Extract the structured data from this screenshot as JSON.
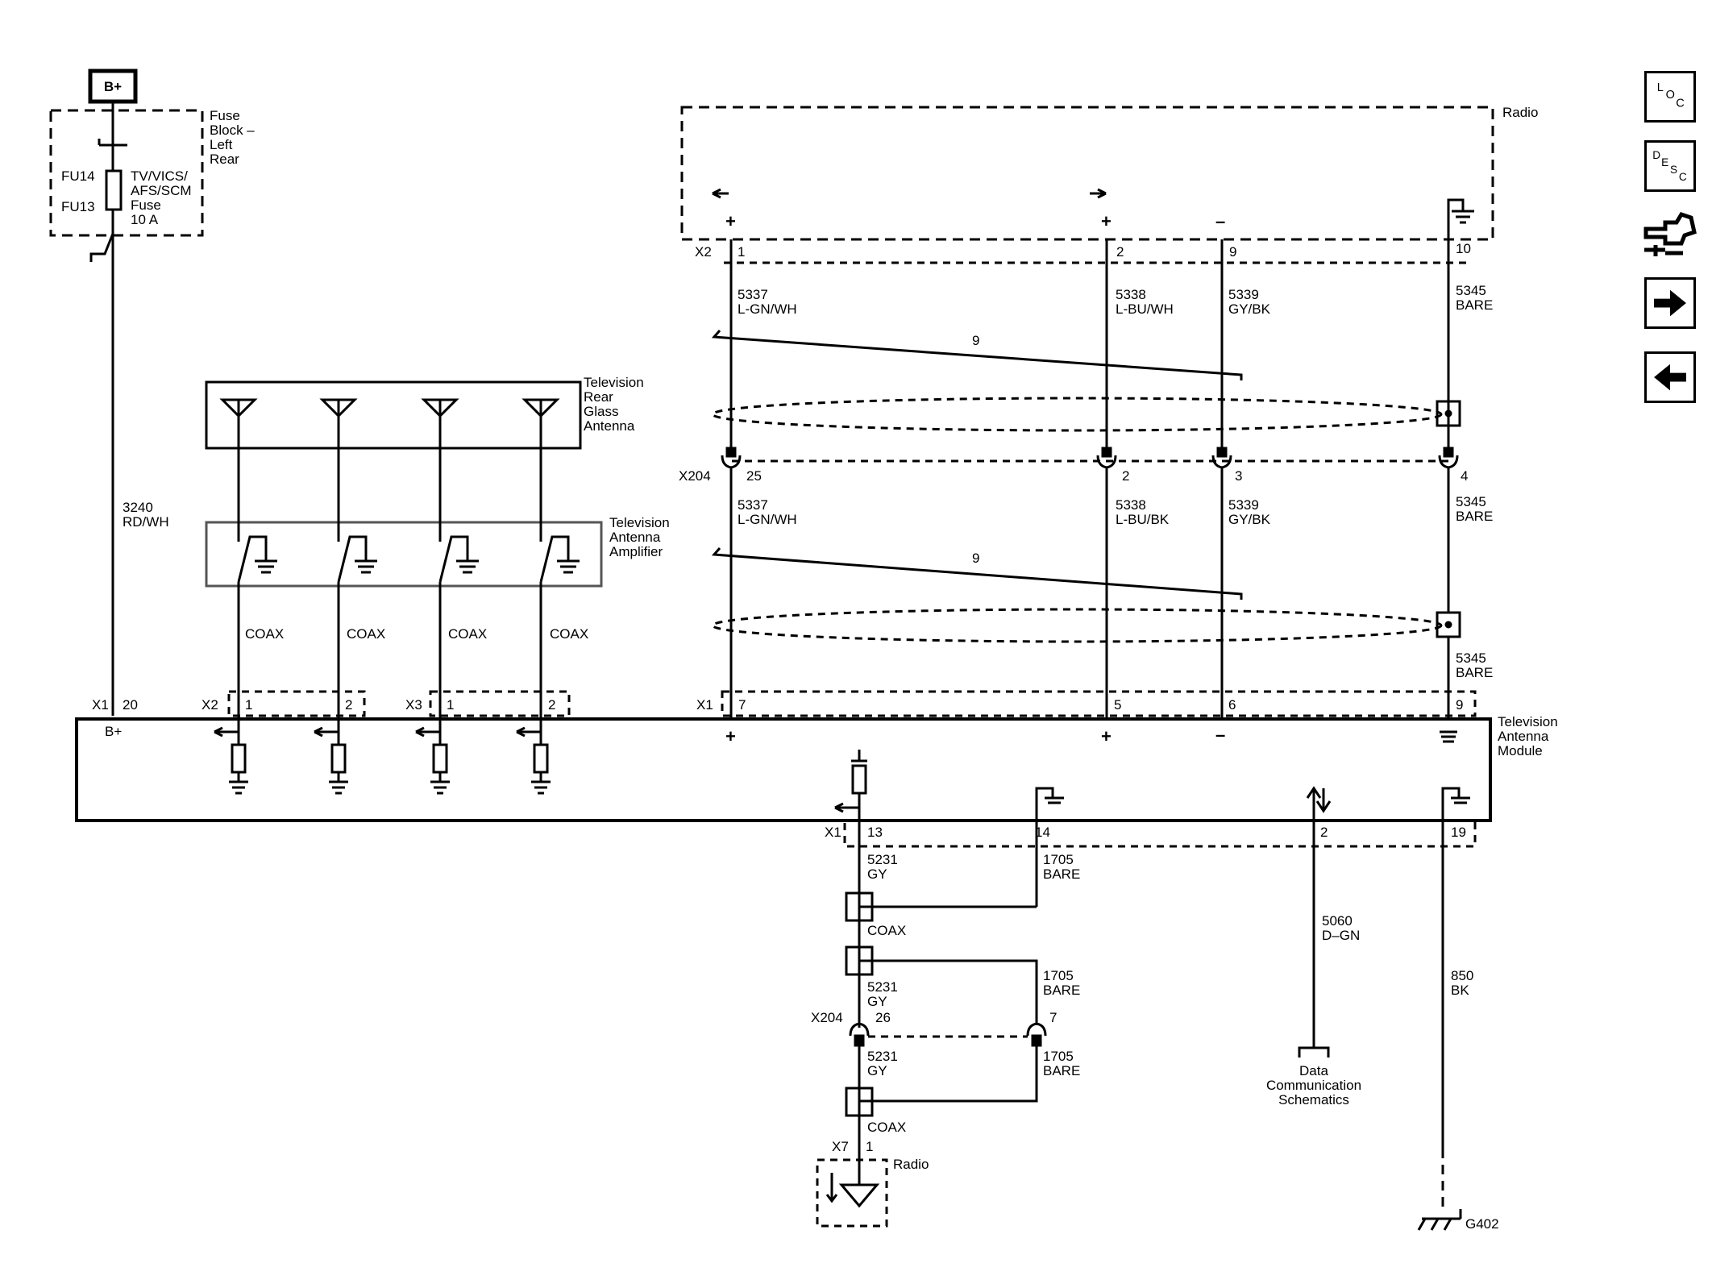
{
  "power": {
    "supply": "B+"
  },
  "fuse_block": {
    "title_lines": [
      "Fuse",
      "Block –",
      "Left",
      "Rear"
    ],
    "fu14": "FU14",
    "fu13": "FU13",
    "fuse_lines": [
      "TV/VICS/",
      "AFS/SCM",
      "Fuse",
      "10 A"
    ]
  },
  "b_plus_wire": {
    "circuit": "3240",
    "color": "RD/WH"
  },
  "tv_glass_antenna": {
    "lines": [
      "Television",
      "Rear",
      "Glass",
      "Antenna"
    ]
  },
  "tv_amplifier": {
    "lines": [
      "Television",
      "Antenna",
      "Amplifier"
    ]
  },
  "coax_label": "COAX",
  "radio_top": {
    "title": "Radio",
    "connector": "X2",
    "pins": [
      "1",
      "2",
      "9",
      "10"
    ],
    "polarity": [
      "+",
      "+",
      "–"
    ]
  },
  "upper_wires": [
    {
      "circuit": "5337",
      "color": "L-GN/WH"
    },
    {
      "circuit": "5338",
      "color": "L-BU/WH"
    },
    {
      "circuit": "5339",
      "color": "GY/BK"
    },
    {
      "circuit": "5345",
      "color": "BARE"
    }
  ],
  "twist_label": "9",
  "x204_upper": {
    "connector": "X204",
    "pins": [
      "25",
      "2",
      "3",
      "4"
    ]
  },
  "mid_wires": [
    {
      "circuit": "5337",
      "color": "L-GN/WH"
    },
    {
      "circuit": "5338",
      "color": "L-BU/BK"
    },
    {
      "circuit": "5339",
      "color": "GY/BK"
    },
    {
      "circuit": "5345",
      "color": "BARE"
    }
  ],
  "drain_wire": {
    "circuit": "5345",
    "color": "BARE"
  },
  "tv_module": {
    "title_lines": [
      "Television",
      "Antenna",
      "Module"
    ],
    "b_plus": "B+",
    "x1_left": {
      "connector": "X1",
      "pin": "20"
    },
    "x2": {
      "connector": "X2",
      "pins": [
        "1",
        "2"
      ]
    },
    "x3": {
      "connector": "X3",
      "pins": [
        "1",
        "2"
      ]
    },
    "x1_right": {
      "connector": "X1",
      "pins": [
        "7",
        "5",
        "6",
        "9"
      ]
    },
    "polarity": [
      "+",
      "+",
      "–"
    ],
    "x1_bottom": {
      "connector": "X1",
      "pins": [
        "13",
        "14",
        "2",
        "19"
      ]
    }
  },
  "lower_wires": {
    "w5231_a": {
      "circuit": "5231",
      "color": "GY"
    },
    "w1705_a": {
      "circuit": "1705",
      "color": "BARE"
    },
    "w5231_b": {
      "circuit": "5231",
      "color": "GY"
    },
    "w1705_b": {
      "circuit": "1705",
      "color": "BARE"
    },
    "w5231_c": {
      "circuit": "5231",
      "color": "GY"
    },
    "w1705_c": {
      "circuit": "1705",
      "color": "BARE"
    },
    "w5060": {
      "circuit": "5060",
      "color": "D–GN"
    },
    "w850": {
      "circuit": "850",
      "color": "BK"
    }
  },
  "x204_lower": {
    "connector": "X204",
    "pins": [
      "26",
      "7"
    ]
  },
  "data_comm": {
    "lines": [
      "Data",
      "Communication",
      "Schematics"
    ]
  },
  "radio_bottom": {
    "connector": "X7",
    "pin": "1",
    "title": "Radio"
  },
  "ground": {
    "name": "G402"
  },
  "nav": {
    "loc": [
      "L",
      "O",
      "C"
    ],
    "desc": [
      "D",
      "E",
      "S",
      "C"
    ],
    "items": [
      "loc-button",
      "desc-button",
      "connector-button",
      "next-button",
      "prev-button"
    ]
  }
}
